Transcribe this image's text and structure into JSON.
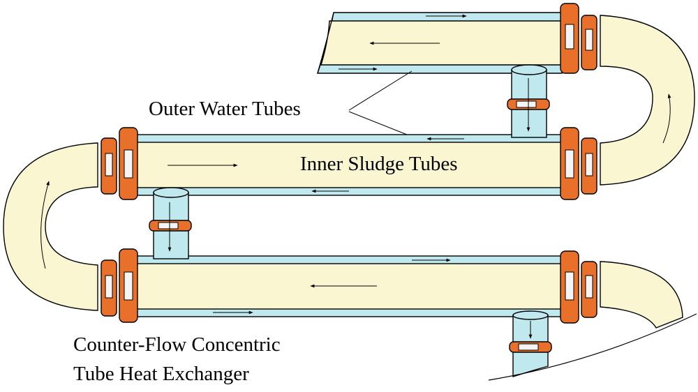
{
  "labels": {
    "outer_tubes": "Outer Water Tubes",
    "inner_tubes": "Inner Sludge Tubes",
    "caption_line1": "Counter-Flow Concentric",
    "caption_line2": "Tube Heat Exchanger"
  },
  "colors": {
    "sludge": "#fbf6d2",
    "water": "#bfe8ef",
    "flange": "#e8702a",
    "outline": "#000000"
  }
}
